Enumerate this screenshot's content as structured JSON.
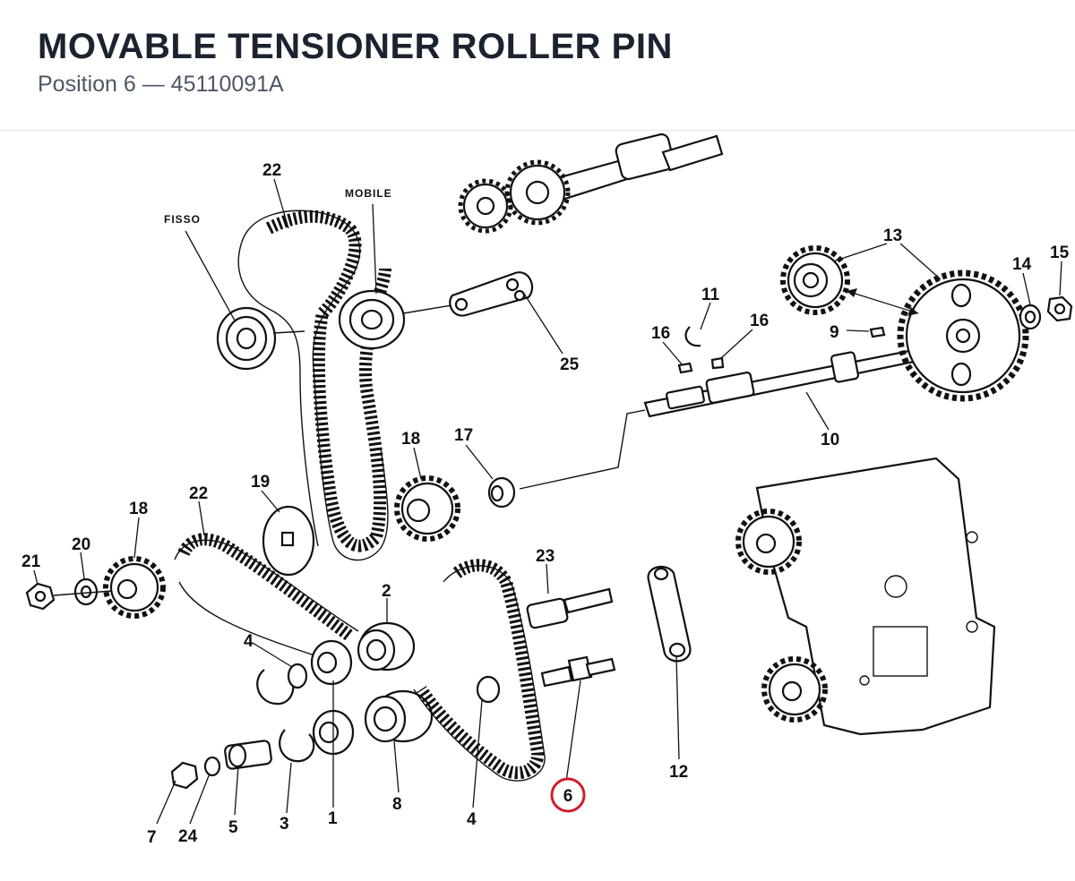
{
  "header": {
    "title": "MOVABLE TENSIONER ROLLER PIN",
    "subtitle": "Position 6 — 45110091A"
  },
  "diagram": {
    "highlight_color": "#cc1f2b",
    "highlighted_position": "6",
    "annotations": {
      "fisso": "FISSO",
      "mobile": "MOBILE"
    },
    "labels": {
      "p22a": "22",
      "p25": "25",
      "p11": "11",
      "p16a": "16",
      "p16b": "16",
      "p9": "9",
      "p13": "13",
      "p14": "14",
      "p15": "15",
      "p10": "10",
      "p18a": "18",
      "p17": "17",
      "p19": "19",
      "p22b": "22",
      "p18b": "18",
      "p20": "20",
      "p21": "21",
      "p2": "2",
      "p23": "23",
      "p4a": "4",
      "p12": "12",
      "p7": "7",
      "p24": "24",
      "p5": "5",
      "p3": "3",
      "p1": "1",
      "p8": "8",
      "p4b": "4",
      "p6": "6"
    }
  }
}
